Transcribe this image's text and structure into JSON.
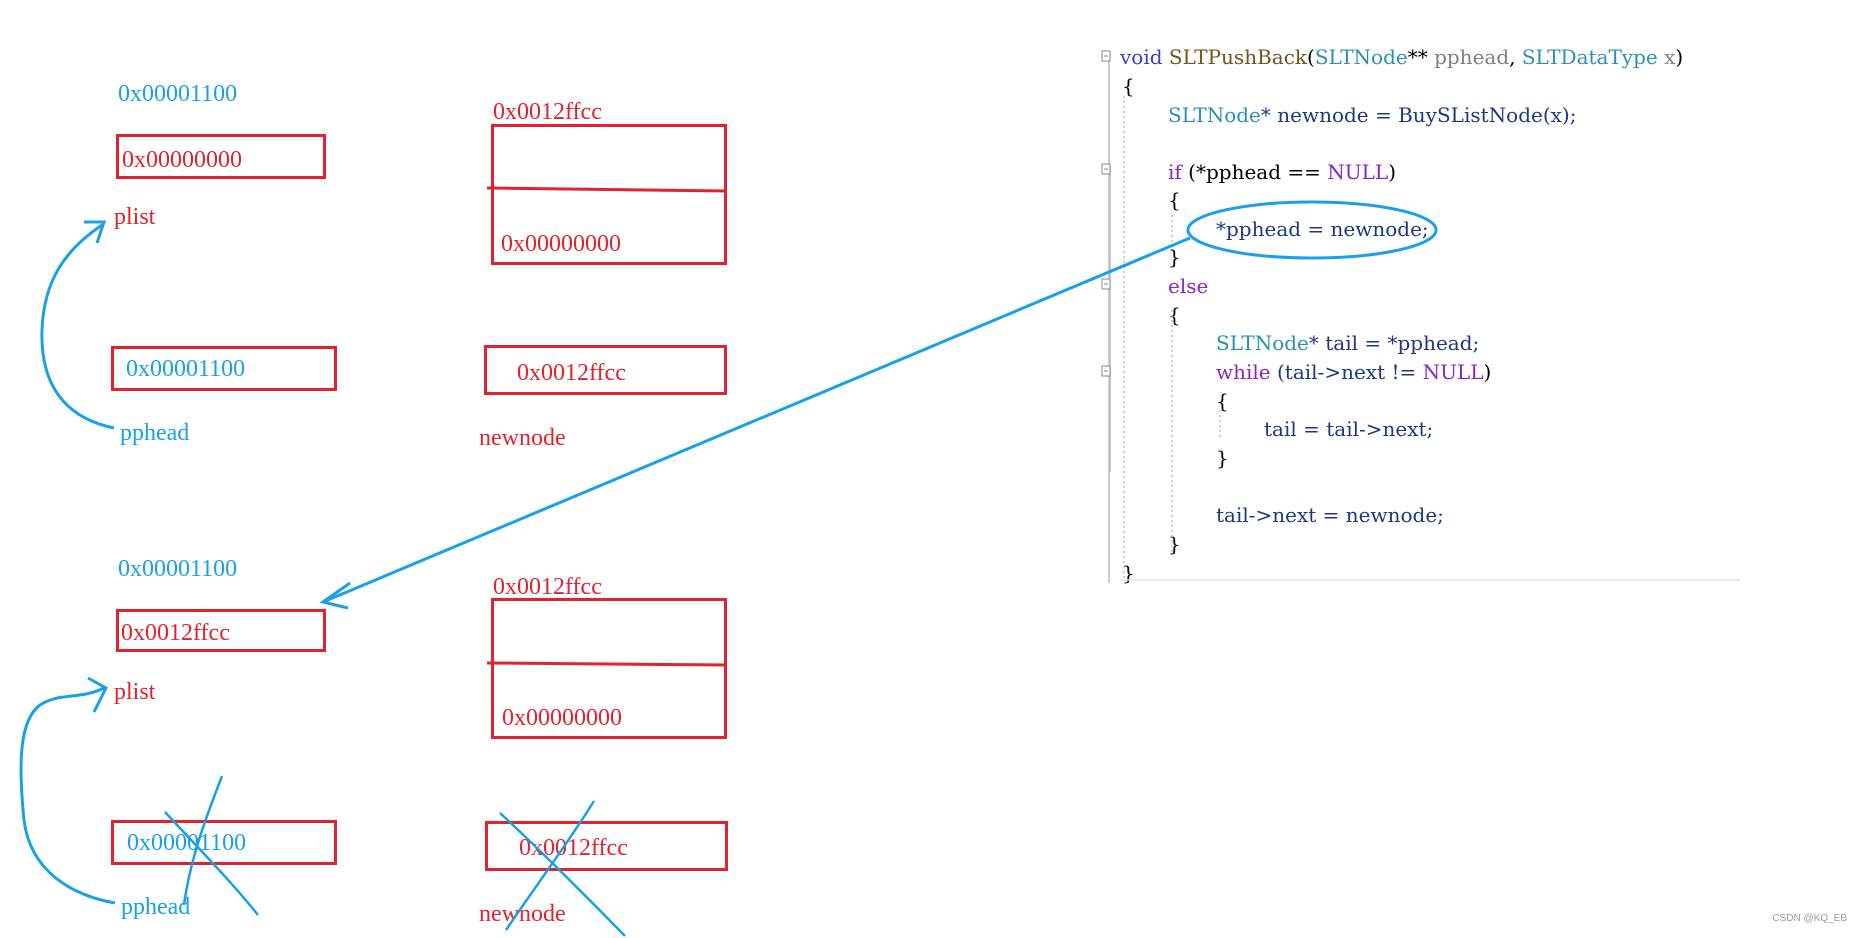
{
  "top": {
    "plist_addr": "0x00001100",
    "plist_value": "0x00000000",
    "plist_label": "plist",
    "pphead_value": "0x00001100",
    "pphead_label": "pphead",
    "node_addr": "0x0012ffcc",
    "node_next": "0x00000000",
    "newnode_value": "0x0012ffcc",
    "newnode_label": "newnode"
  },
  "bottom": {
    "plist_addr": "0x00001100",
    "plist_value": "0x0012ffcc",
    "plist_label": "plist",
    "pphead_value": "0x00001100",
    "pphead_label": "pphead",
    "node_addr": "0x0012ffcc",
    "node_next": "0x00000000",
    "newnode_value": "0x0012ffcc",
    "newnode_label": "newnode"
  },
  "code": {
    "l1_void": "void",
    "l1_fn": "SLTPushBack",
    "l1_p1type": "SLTNode",
    "l1_p1stars": "**",
    "l1_p1name": "pphead",
    "l1_p2type": "SLTDataType",
    "l1_p2name": "x",
    "open1": "{",
    "l3_type": "SLTNode",
    "l3_rest": "* newnode = BuySListNode(x);",
    "l5_if": "if",
    "l5_rest": " (*pphead == ",
    "l5_null": "NULL",
    "l5_close": ")",
    "open2": "{",
    "l7": "*pphead = newnode;",
    "close2": "}",
    "l9_else": "else",
    "open3": "{",
    "l11_type": "SLTNode",
    "l11_rest": "* tail = *pphead;",
    "l12_while": "while",
    "l12_rest": " (tail->next != ",
    "l12_null": "NULL",
    "l12_close": ")",
    "open4": "{",
    "l14": "tail = tail->next;",
    "close4": "}",
    "l17": "tail->next = newnode;",
    "close3": "}",
    "close1": "}"
  },
  "watermark": "CSDN @KQ_EB",
  "colors": {
    "blue": "#1aa0e6",
    "red": "#e3222f"
  }
}
